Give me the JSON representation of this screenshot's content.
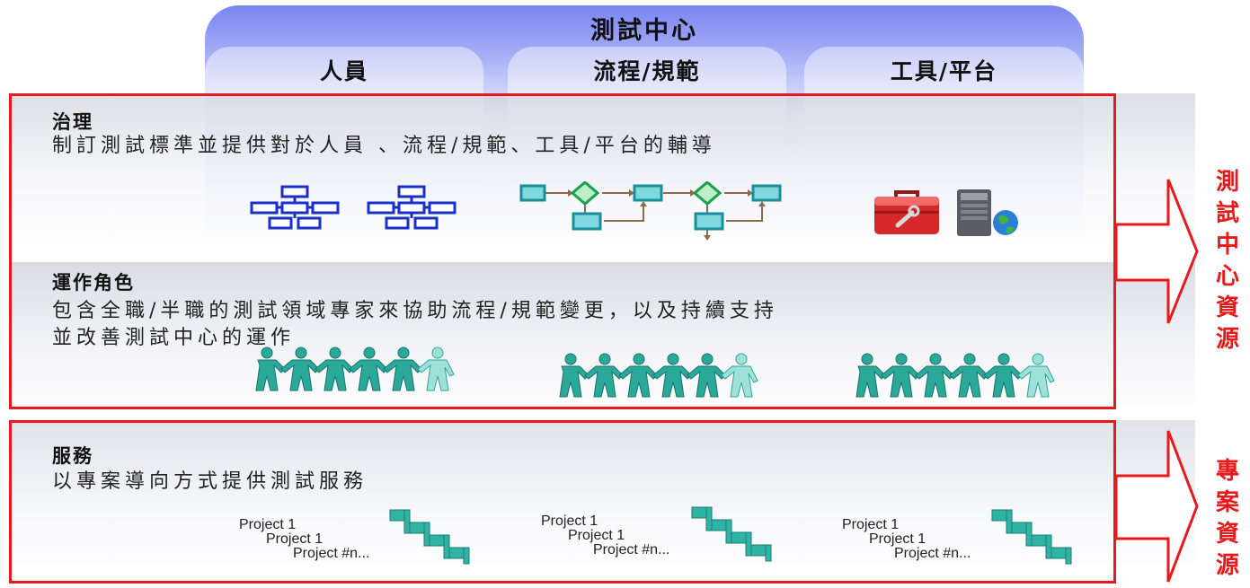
{
  "header": {
    "title": "測試中心"
  },
  "columns": [
    "人員",
    "流程/規範",
    "工具/平台"
  ],
  "sections": {
    "governance": {
      "title": "治理",
      "description": "制訂測試標準並提供對於人員 、流程/規範、工具/平台的輔導"
    },
    "roles": {
      "title": "運作角色",
      "description_line1": "包含全職/半職的測試領域專家來協助流程/規範變更，以及持續支持",
      "description_line2": "並改善測試中心的運作"
    },
    "services": {
      "title": "服務",
      "description": "以專案導向方式提供測試服務"
    }
  },
  "side_labels": {
    "center_resources": "測試中心資源",
    "project_resources": "專案資源"
  },
  "project_list": [
    "Project 1",
    "Project 1",
    "Project #n..."
  ],
  "icons": {
    "org_chart": "org-chart-icon",
    "flowchart": "flowchart-icon",
    "toolbox": "toolbox-icon",
    "server": "server-icon",
    "people_chain": "people-chain-icon",
    "stairs": "stairs-icon"
  },
  "colors": {
    "header_blue": "#7a85f0",
    "column_blue": "#c9cef9",
    "frame_red": "#e8191b",
    "org_chart_blue": "#1a2fc8",
    "flow_green": "#18a04a",
    "flow_teal": "#4fc6d2",
    "people_teal": "#2aa89a",
    "stairs_teal": "#2fb3a5"
  }
}
